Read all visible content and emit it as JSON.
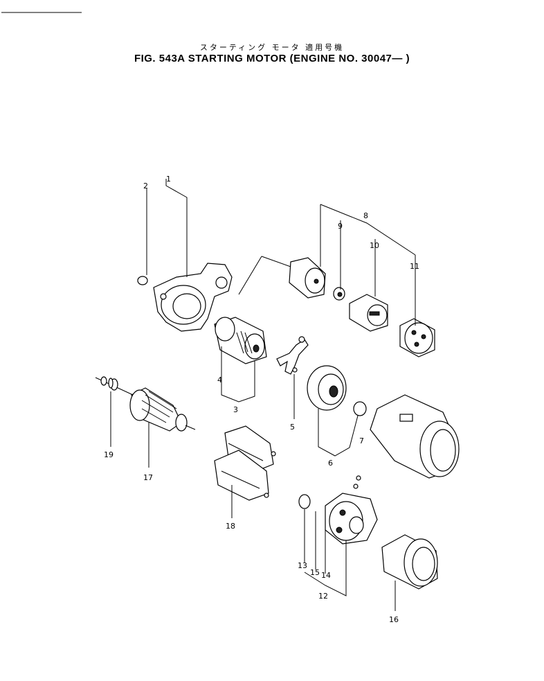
{
  "header": {
    "title_jp": "スターティング モータ 適用号機",
    "title_en": "FIG. 543A  STARTING  MOTOR (ENGINE  NO.  30047— )"
  },
  "callouts": [
    "1",
    "2",
    "3",
    "4",
    "5",
    "6",
    "7",
    "8",
    "9",
    "10",
    "11",
    "12",
    "13",
    "14",
    "15",
    "16",
    "17",
    "18",
    "19"
  ]
}
